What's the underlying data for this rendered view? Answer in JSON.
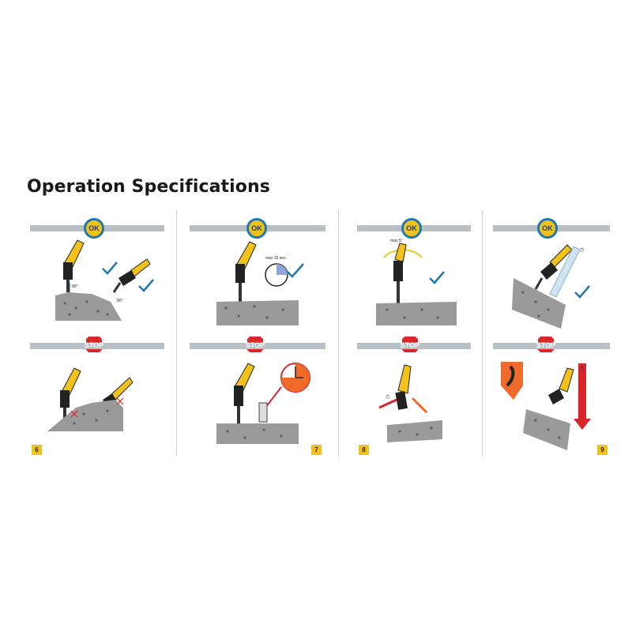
{
  "title": "Operation Specifications",
  "colors": {
    "hammer": "#f2c21b",
    "ok_border": "#1f78b4",
    "stop": "#d9262b",
    "check": "#1f78b4",
    "rock": "#9a9a9a",
    "bar": "#b9c0c6"
  },
  "panels": [
    {
      "ok_badge": "OK",
      "stop_badge": "STOP",
      "number": "6",
      "angle_label_1": "90°",
      "angle_label_2": "90°"
    },
    {
      "ok_badge": "OK",
      "stop_badge": "STOP",
      "number": "7",
      "time_label": "max 15 sec."
    },
    {
      "ok_badge": "OK",
      "stop_badge": "STOP",
      "number": "8",
      "angle_label": "max 5°",
      "force_label": "力"
    },
    {
      "ok_badge": "OK",
      "stop_badge": "STOP",
      "number": "9",
      "force_label_ok": "力",
      "force_label_stop": "力"
    }
  ]
}
